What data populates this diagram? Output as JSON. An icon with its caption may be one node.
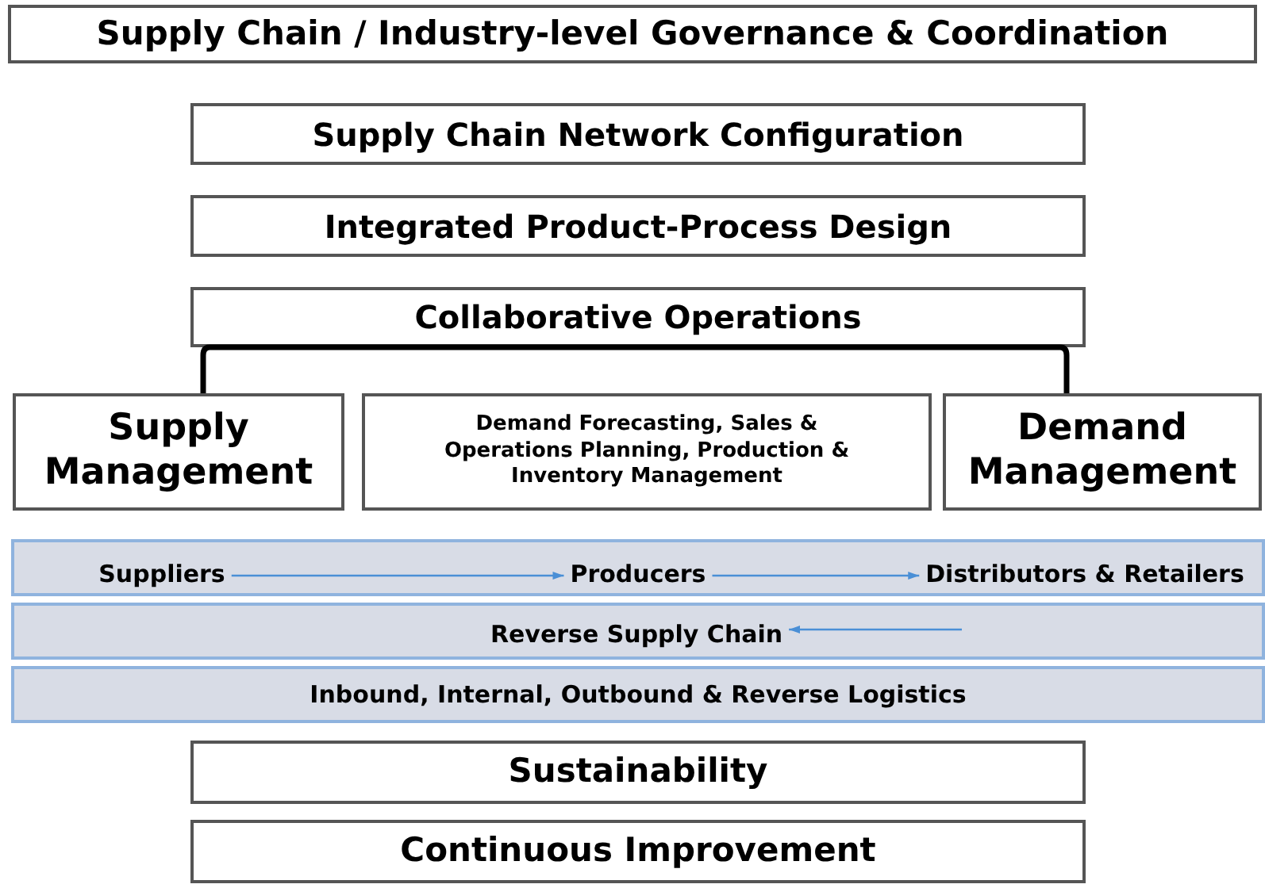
{
  "diagram": {
    "nodes": [
      {
        "text": [
          "Supply Chain / Industry-level Governance & Coordination"
        ]
      },
      {
        "text": [
          "Supply Chain Network Configuration"
        ]
      },
      {
        "text": [
          "Integrated Product-Process Design"
        ]
      },
      {
        "text": [
          "Collaborative Operations"
        ]
      },
      {
        "text": [
          "Supply Management"
        ]
      },
      {
        "text": [
          "Demand Forecasting, Sales & Operations Planning, Production & Inventory Management"
        ]
      },
      {
        "text": [
          "Demand Management"
        ]
      },
      {
        "text": [],
        "shape": "bar"
      },
      {
        "text": [
          "Suppliers"
        ],
        "in": 7
      },
      {
        "text": [
          "Producers"
        ],
        "in": 7
      },
      {
        "text": [
          "Distributors & Retailers"
        ],
        "in": 7
      },
      {
        "text": [],
        "shape": "bar"
      },
      {
        "text": [
          "Reverse Supply Chain"
        ],
        "in": 11
      },
      {
        "text": [
          "Inbound, Internal, Outbound & Reverse Logistics"
        ]
      },
      {
        "text": [
          "Sustainability"
        ]
      },
      {
        "text": [
          "Continuous Improvement"
        ]
      }
    ],
    "edges": [
      {
        "from": 3,
        "to": 4,
        "arrow": "none",
        "style": "thick",
        "color": "#000000"
      },
      {
        "from": 3,
        "to": 6,
        "arrow": "none",
        "style": "thick",
        "color": "#000000"
      },
      {
        "from": 8,
        "to": 9,
        "arrow": "to",
        "color": "#4a8fd6"
      },
      {
        "from": 9,
        "to": 10,
        "arrow": "to",
        "color": "#4a8fd6"
      },
      {
        "from": null,
        "to": 12,
        "arrow": "to",
        "color": "#4a8fd6"
      }
    ]
  }
}
